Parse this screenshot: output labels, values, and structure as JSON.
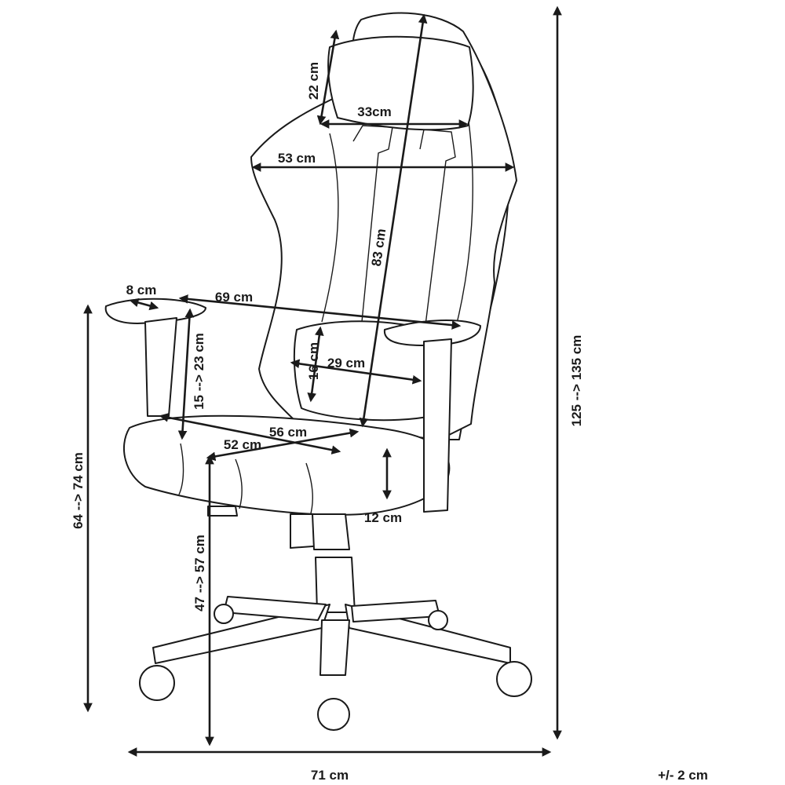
{
  "dimensions": {
    "total_height": "125 --> 135 cm",
    "seat_height": "47 --> 57 cm",
    "armrest_height": "64 --> 74 cm",
    "base_width": "71 cm",
    "headrest_height": "22 cm",
    "headrest_width": "33cm",
    "backrest_width": "53 cm",
    "backrest_height": "83 cm",
    "armrest_width": "8 cm",
    "armrest_span": "69 cm",
    "armrest_adjust": "15 --> 23 cm",
    "lumbar_height": "16 cm",
    "lumbar_width": "29 cm",
    "seat_depth": "56 cm",
    "seat_width": "52 cm",
    "seat_thickness": "12 cm"
  },
  "tolerance": "+/- 2 cm"
}
